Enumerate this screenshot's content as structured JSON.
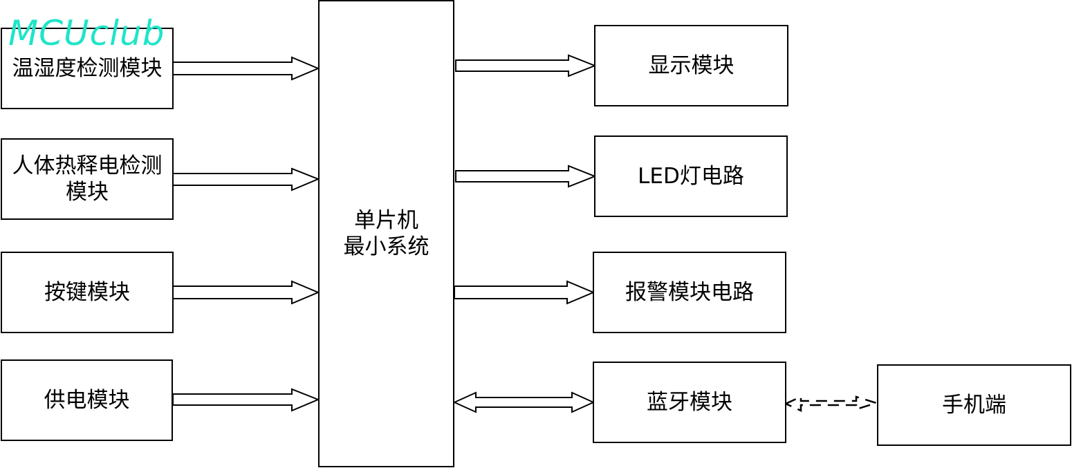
{
  "watermark": {
    "text": "MCUclub",
    "color": "#1FE5C8"
  },
  "inputs": {
    "temp_humidity": "温湿度检测模块",
    "pir": "人体热释电检测\n模块",
    "keys": "按键模块",
    "power": "供电模块"
  },
  "center": {
    "mcu": "单片机\n最小系统"
  },
  "outputs": {
    "display": "显示模块",
    "led": "LED灯电路",
    "alarm": "报警模块电路",
    "bluetooth": "蓝牙模块"
  },
  "external": {
    "phone": "手机端"
  },
  "colors": {
    "line": "#000000",
    "background": "#ffffff"
  }
}
